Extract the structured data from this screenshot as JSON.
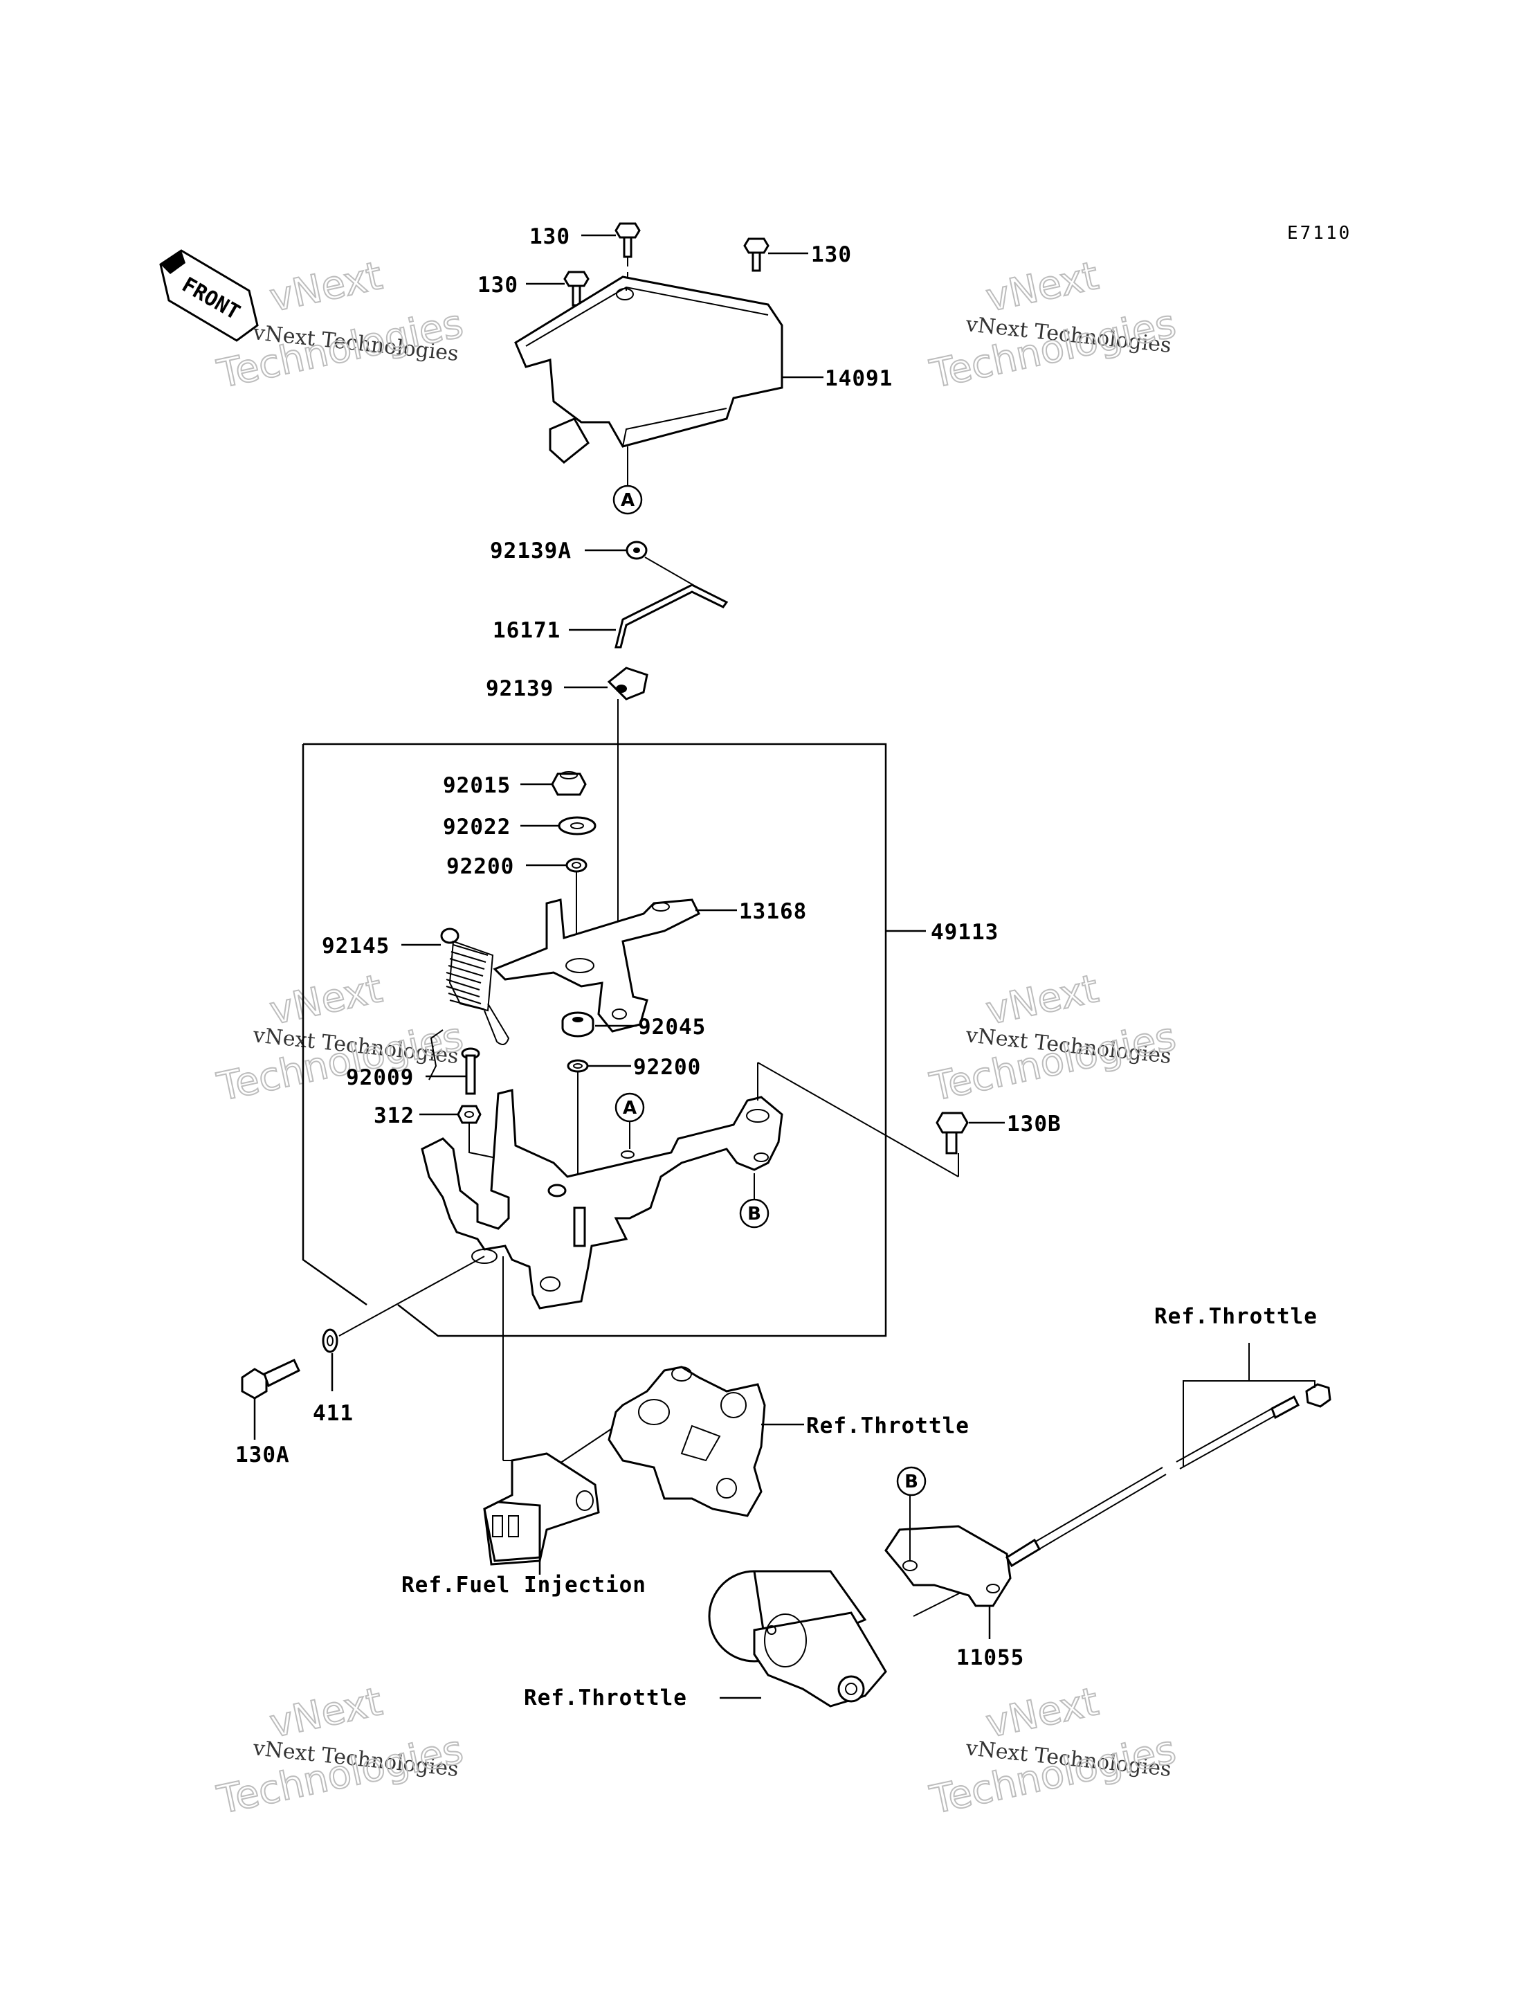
{
  "diagram": {
    "code": "E7110",
    "front_label": "FRONT",
    "watermark": {
      "line1": "vNext Technologies",
      "line2": "vNext",
      "line3": "Technologies"
    },
    "parts": {
      "p130_a": "130",
      "p130_b": "130",
      "p130_c": "130",
      "p14091": "14091",
      "p92139A": "92139A",
      "p16171": "16171",
      "p92139": "92139",
      "p92015": "92015",
      "p92022": "92022",
      "p92200_a": "92200",
      "p13168": "13168",
      "p49113": "49113",
      "p92145": "92145",
      "p92045": "92045",
      "p92200_b": "92200",
      "p92009": "92009",
      "p312": "312",
      "p130B": "130B",
      "p411": "411",
      "p130A": "130A",
      "p11055": "11055"
    },
    "refs": {
      "throttle_top": "Ref.Throttle",
      "throttle_mid": "Ref.Throttle",
      "throttle_bottom": "Ref.Throttle",
      "fuel_injection": "Ref.Fuel Injection"
    },
    "markers": {
      "a1": "A",
      "a2": "A",
      "b1": "B",
      "b2": "B"
    }
  }
}
